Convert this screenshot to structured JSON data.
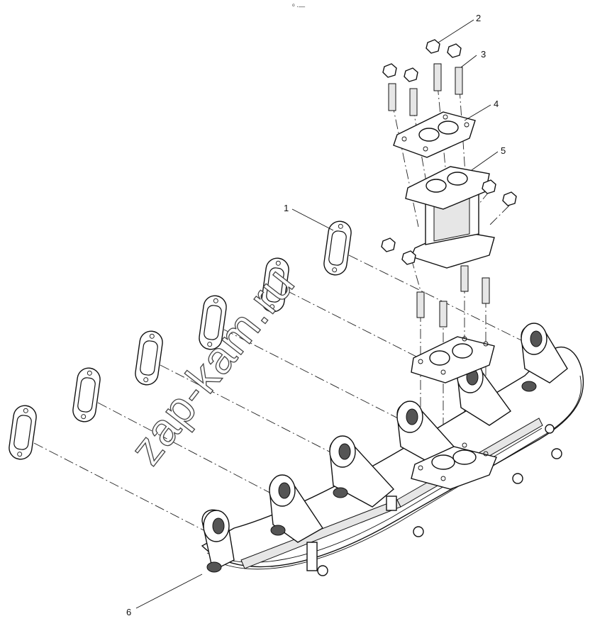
{
  "header_mark": "⁰ ·—",
  "watermark": "zap-kam.ru",
  "callouts": [
    {
      "id": "1",
      "text": "1"
    },
    {
      "id": "2",
      "text": "2"
    },
    {
      "id": "3",
      "text": "3"
    },
    {
      "id": "4",
      "text": "4"
    },
    {
      "id": "5",
      "text": "5"
    },
    {
      "id": "6",
      "text": "6"
    }
  ]
}
